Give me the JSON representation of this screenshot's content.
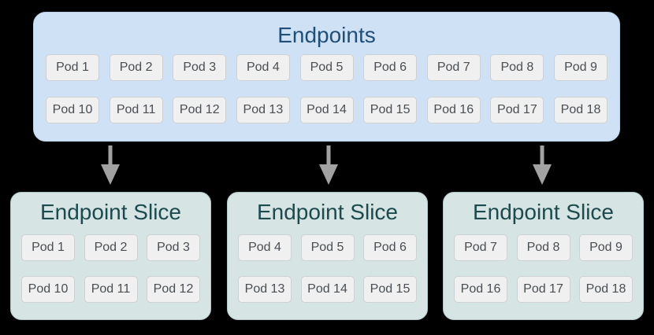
{
  "colors": {
    "background": "#000000",
    "endpoints_fill": "#cfe2f5",
    "endpoints_border": "#b9d3ea",
    "endpoints_title": "#1f4e79",
    "slice_fill": "#d6e4e3",
    "slice_border": "#afc9ca",
    "slice_title": "#1b4a4f",
    "pod_fill": "#f0f0f0",
    "pod_border": "#cdd1d4",
    "pod_text": "#4a4e52",
    "arrow": "#a2a2a2"
  },
  "endpoints": {
    "title": "Endpoints",
    "pods": [
      "Pod 1",
      "Pod 2",
      "Pod 3",
      "Pod 4",
      "Pod 5",
      "Pod 6",
      "Pod 7",
      "Pod 8",
      "Pod 9",
      "Pod 10",
      "Pod 11",
      "Pod 12",
      "Pod 13",
      "Pod 14",
      "Pod 15",
      "Pod 16",
      "Pod 17",
      "Pod 18"
    ]
  },
  "slices": [
    {
      "title": "Endpoint Slice",
      "pods": [
        "Pod 1",
        "Pod 2",
        "Pod 3",
        "Pod 10",
        "Pod 11",
        "Pod 12"
      ]
    },
    {
      "title": "Endpoint Slice",
      "pods": [
        "Pod 4",
        "Pod 5",
        "Pod 6",
        "Pod 13",
        "Pod 14",
        "Pod 15"
      ]
    },
    {
      "title": "Endpoint Slice",
      "pods": [
        "Pod 7",
        "Pod 8",
        "Pod 9",
        "Pod 16",
        "Pod 17",
        "Pod 18"
      ]
    }
  ]
}
